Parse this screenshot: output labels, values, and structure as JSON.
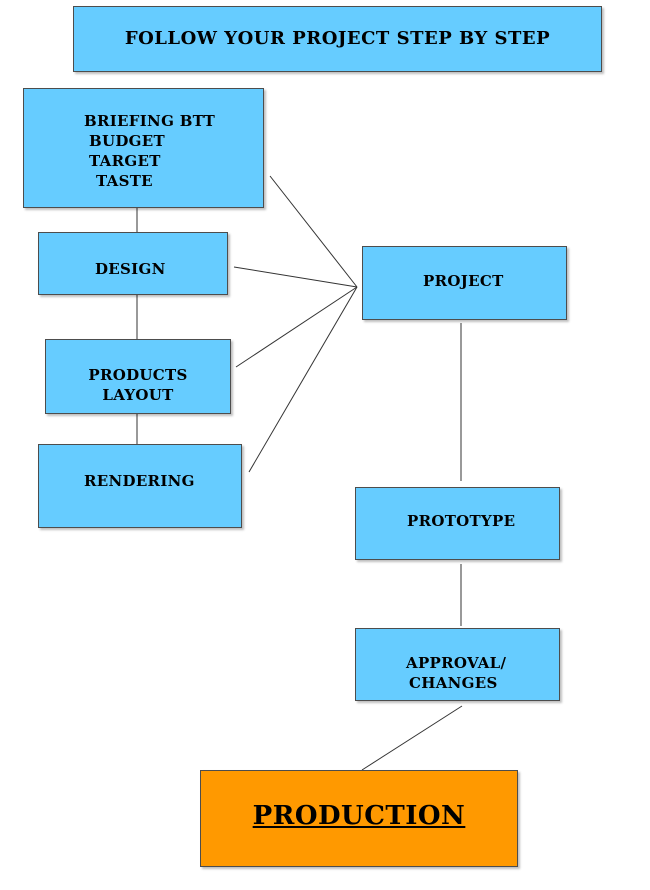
{
  "diagram": {
    "title": "FOLLOW YOUR PROJECT STEP BY STEP",
    "steps": {
      "briefing": [
        "BRIEFING BTT",
        "BUDGET",
        "TARGET",
        "TASTE"
      ],
      "design": "DESIGN",
      "products_layout": [
        "PRODUCTS",
        "LAYOUT"
      ],
      "rendering": "RENDERING",
      "project": "PROJECT",
      "prototype": "PROTOTYPE",
      "approval_changes": [
        "APPROVAL/",
        "CHANGES"
      ],
      "production": "PRODUCTION"
    },
    "colors": {
      "step_fill": "#66ccff",
      "production_fill": "#ff9900",
      "border": "#4d4d4d",
      "connector": "#333333"
    }
  }
}
